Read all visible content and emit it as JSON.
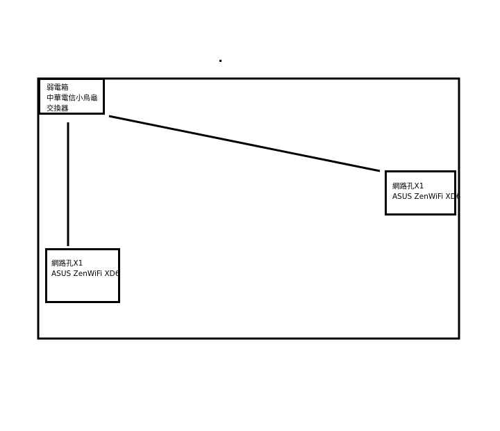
{
  "colors": {
    "stroke": "#000000",
    "background": "#ffffff"
  },
  "nodes": {
    "cabinet": {
      "lines": [
        "弱電箱",
        "中華電信小烏龜",
        "交換器"
      ]
    },
    "router_right": {
      "lines": [
        "網路孔X1",
        "ASUS ZenWiFi XD6"
      ]
    },
    "router_left": {
      "lines": [
        "網路孔X1",
        "ASUS ZenWiFi XD6"
      ]
    }
  },
  "connections": [
    {
      "from": "cabinet",
      "to": "router_right"
    },
    {
      "from": "cabinet",
      "to": "router_left"
    }
  ]
}
